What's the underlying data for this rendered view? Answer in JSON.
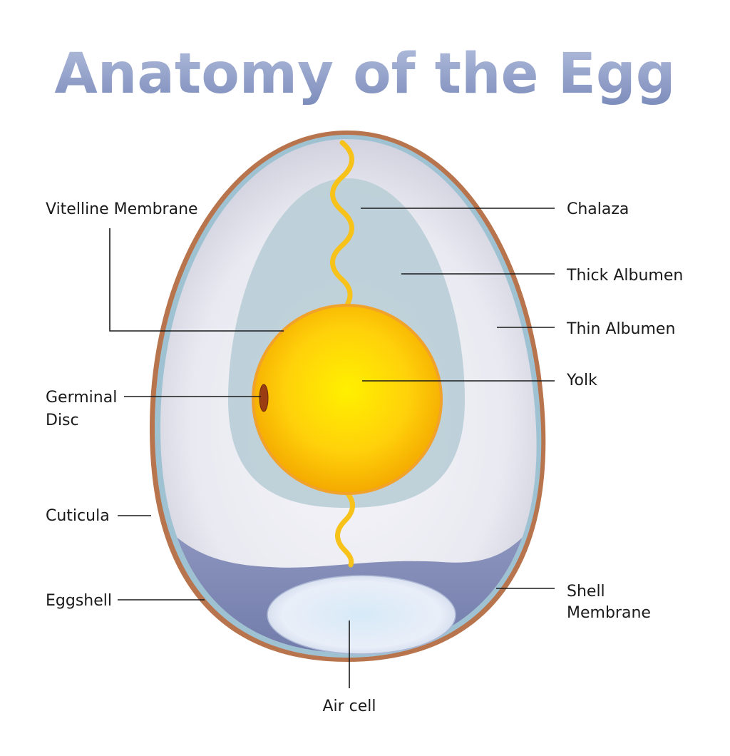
{
  "title": "Anatomy of the Egg",
  "labels": {
    "vitelline_membrane": "Vitelline Membrane",
    "chalaza": "Chalaza",
    "thick_albumen": "Thick Albumen",
    "thin_albumen": "Thin Albumen",
    "yolk": "Yolk",
    "germinal_disc_line1": "Germinal",
    "germinal_disc_line2": "Disc",
    "cuticula": "Cuticula",
    "eggshell": "Eggshell",
    "shell_membrane_line1": "Shell",
    "shell_membrane_line2": "Membrane",
    "air_cell": "Air cell"
  },
  "colors": {
    "title_top": "#a9b5d6",
    "title_bottom": "#7f8fbd",
    "shell": "#b8744d",
    "shell_membrane": "#9fc2d3",
    "thin_albumen": "#e6e7ef",
    "thick_albumen": "#bccfd7",
    "yolk_center": "#ffe600",
    "yolk_edge": "#f2a400",
    "chalaza": "#f7c21a",
    "air_cell_region": "#8790ba",
    "air_cell": "#dfe9f6",
    "germinal_disc": "#9a3d12"
  }
}
